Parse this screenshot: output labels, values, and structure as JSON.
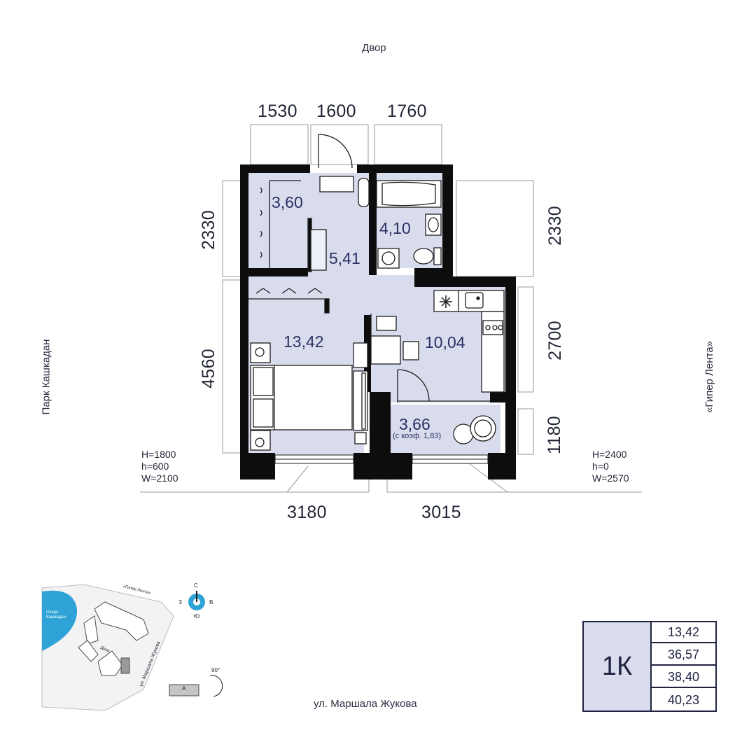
{
  "orientation": {
    "top": "Двор",
    "left": "Парк Кашкадан",
    "right": "«Гипер Лента»",
    "bottom": "ул. Маршала Жукова"
  },
  "dimensions": {
    "top": [
      "1530",
      "1600",
      "1760"
    ],
    "left_upper": "2330",
    "left_lower": "4560",
    "right_upper": "2330",
    "right_middle": "2700",
    "right_lower": "1180",
    "bottom_left": "3180",
    "bottom_right": "3015"
  },
  "rooms": {
    "wardrobe": "3,60",
    "bathroom": "4,10",
    "hall": "5,41",
    "bedroom": "13,42",
    "kitchen": "10,04",
    "balcony": "3,66",
    "balcony_note": "(с коэф. 1,83)"
  },
  "windows": {
    "left": [
      "H=1800",
      "h=600",
      "W=2100"
    ],
    "right": [
      "H=2400",
      "h=0",
      "W=2570"
    ]
  },
  "site_plan": {
    "lake": [
      "Озеро",
      "Кашкадан"
    ],
    "store": "«Гипер Лента»",
    "yard": "Двор",
    "street": "ул. Маршала Жукова",
    "building": "А",
    "rotation": "90°",
    "compass": {
      "n": "С",
      "s": "Ю",
      "w": "З",
      "e": "В"
    }
  },
  "summary": {
    "type": "1К",
    "values": [
      "13,42",
      "36,57",
      "38,40",
      "40,23"
    ]
  },
  "colors": {
    "wall": "#0d0d0d",
    "floor": "#d9dcec",
    "accent": "#2fa3d8",
    "text": "#1f2340"
  }
}
